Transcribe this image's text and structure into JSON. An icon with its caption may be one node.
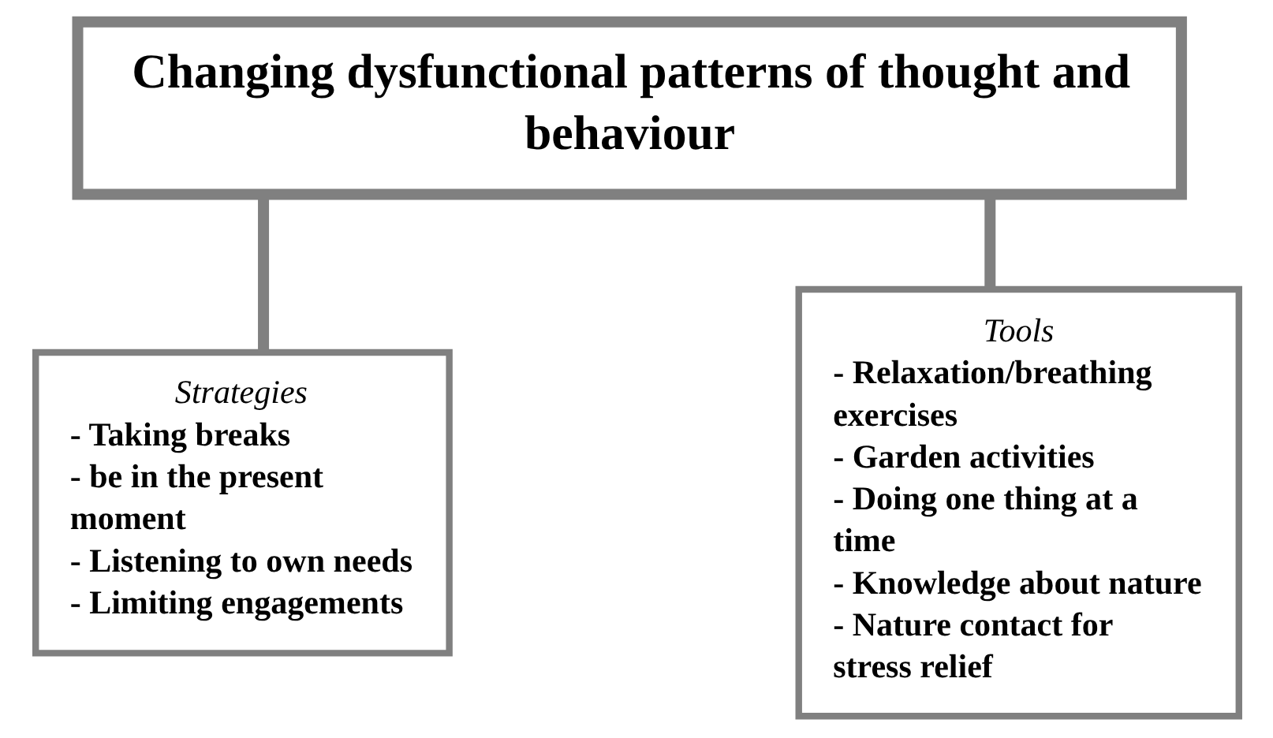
{
  "diagram": {
    "nodes": [
      {
        "text": [
          "Changing dysfunctional patterns of thought and behaviour"
        ]
      },
      {
        "text": [
          "Strategies",
          "- Taking breaks",
          "- be in the present moment",
          "- Listening to own needs",
          "- Limiting engagements"
        ]
      },
      {
        "text": [
          "Tools",
          "- Relaxation/breathing exercises",
          "- Garden activities",
          "- Doing one thing at a time",
          "- Knowledge about nature",
          "- Nature contact for stress relief"
        ]
      }
    ],
    "edges": [
      {
        "from": 0,
        "to": 1,
        "arrow": "none"
      },
      {
        "from": 0,
        "to": 2,
        "arrow": "none"
      }
    ]
  }
}
